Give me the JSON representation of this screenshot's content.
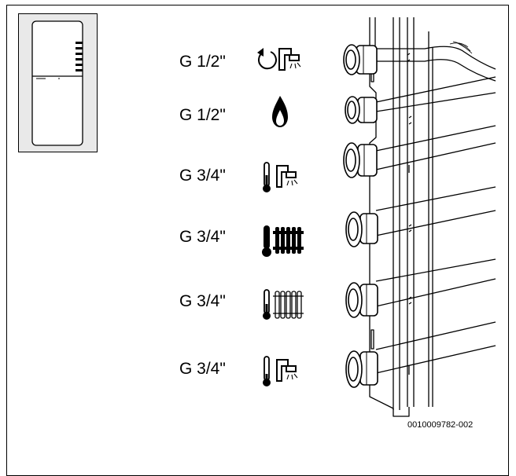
{
  "connections": [
    {
      "size": "G 1/2\"",
      "icon": "circulation-return-hot-water-icon"
    },
    {
      "size": "G 1/2\"",
      "icon": "gas-flame-icon"
    },
    {
      "size": "G 3/4\"",
      "icon": "hot-water-tap-icon"
    },
    {
      "size": "G 3/4\"",
      "icon": "heating-flow-radiator-icon"
    },
    {
      "size": "G 3/4\"",
      "icon": "heating-return-radiator-icon"
    },
    {
      "size": "G 3/4\"",
      "icon": "cold-water-tap-icon"
    }
  ],
  "footer": {
    "doc_id": "0010009782-002"
  }
}
